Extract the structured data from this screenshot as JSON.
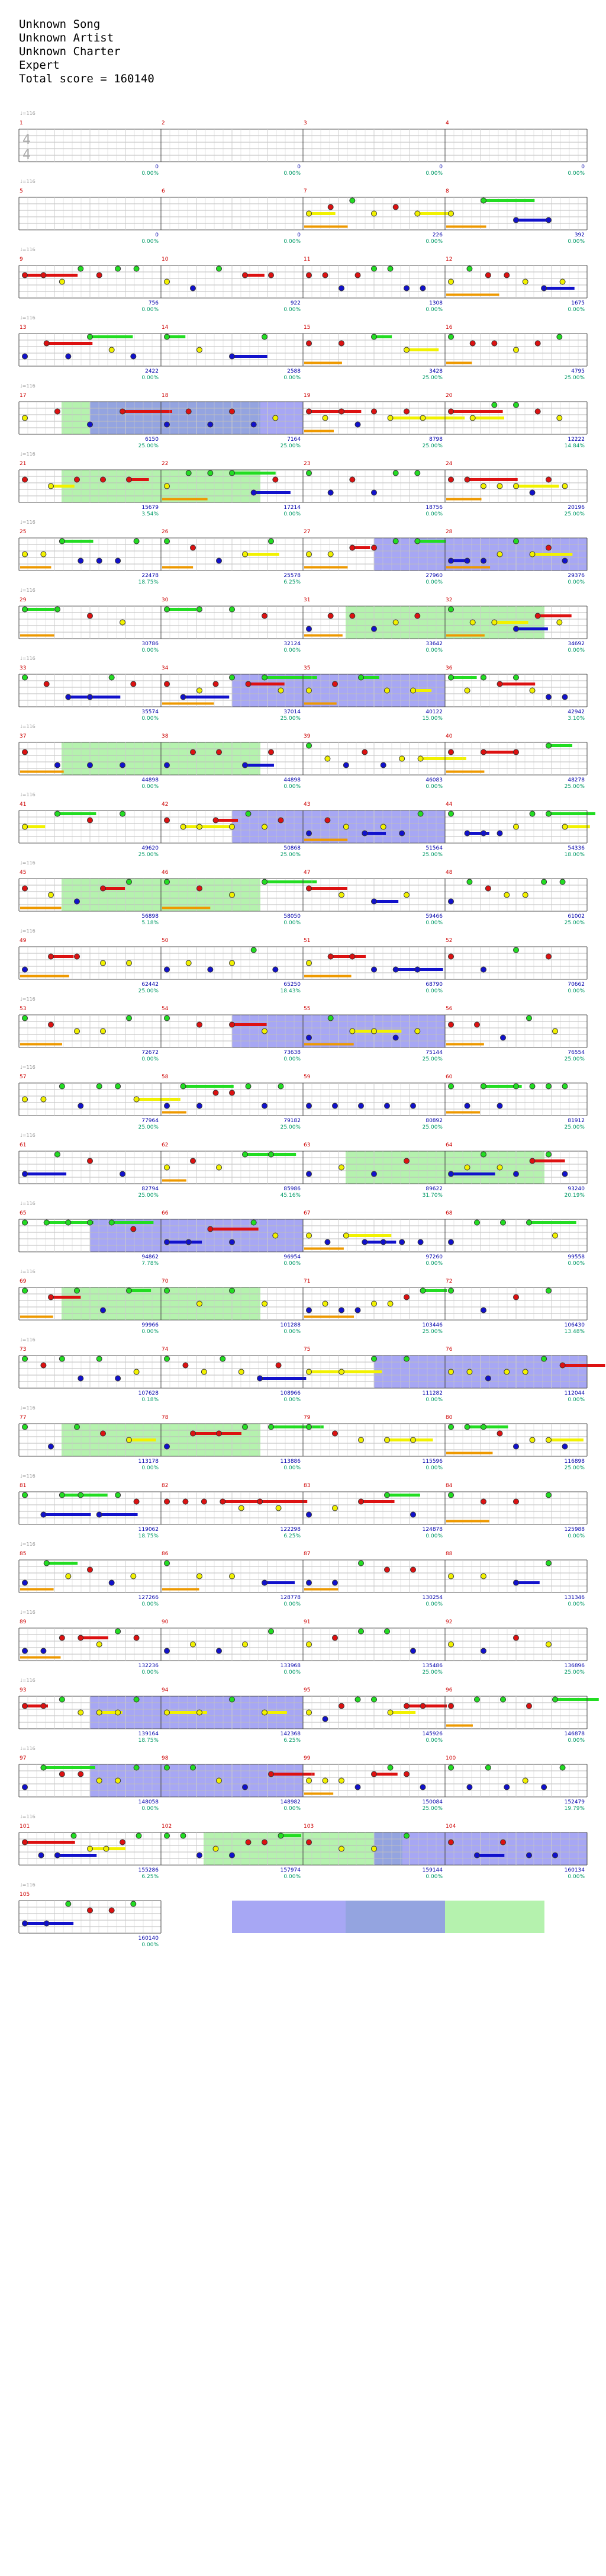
{
  "song": {
    "title": "Unknown Song",
    "artist": "Unknown Artist",
    "charter": "Unknown Charter",
    "difficulty": "Expert",
    "total_score_text": "Total score = 160140"
  },
  "time_signature": {
    "top": "4",
    "bottom": "4"
  },
  "colors": {
    "green": "#22dd22",
    "red": "#dd1111",
    "yellow": "#f2f200",
    "blue": "#1111cc",
    "orange": "#ee9900",
    "measure_number": "#cc0000",
    "tempo_marker": "#999999",
    "score_text": "#0000aa",
    "percent_text": "#009966",
    "overdrive_fill": "#8a8af0",
    "solo_fill": "#a8f0a0",
    "grid_line": "#cccccc"
  },
  "tempo_label": "♩=116",
  "measures": [
    {
      "n": "1",
      "score": "0",
      "pct": "0.00%"
    },
    {
      "n": "2",
      "score": "0",
      "pct": "0.00%"
    },
    {
      "n": "3",
      "score": "0",
      "pct": "0.00%"
    },
    {
      "n": "4",
      "score": "0",
      "pct": "0.00%"
    },
    {
      "n": "5",
      "score": "0",
      "pct": "0.00%"
    },
    {
      "n": "6",
      "score": "0",
      "pct": "0.00%"
    },
    {
      "n": "7",
      "score": "226",
      "pct": "0.00%"
    },
    {
      "n": "8",
      "score": "392",
      "pct": "0.00%"
    },
    {
      "n": "9",
      "score": "756",
      "pct": "0.00%"
    },
    {
      "n": "10",
      "score": "922",
      "pct": "0.00%"
    },
    {
      "n": "11",
      "score": "1308",
      "pct": "0.00%"
    },
    {
      "n": "12",
      "score": "1675",
      "pct": "0.00%"
    },
    {
      "n": "13",
      "score": "2422",
      "pct": "0.00%"
    },
    {
      "n": "14",
      "score": "2588",
      "pct": "0.00%"
    },
    {
      "n": "15",
      "score": "3428",
      "pct": "25.00%"
    },
    {
      "n": "16",
      "score": "4795",
      "pct": "25.00%"
    },
    {
      "n": "17",
      "score": "6150",
      "pct": "25.00%"
    },
    {
      "n": "18",
      "score": "7164",
      "pct": "25.00%"
    },
    {
      "n": "19",
      "score": "8798",
      "pct": "25.00%"
    },
    {
      "n": "20",
      "score": "12222",
      "pct": "14.84%"
    },
    {
      "n": "21",
      "score": "15679",
      "pct": "3.54%"
    },
    {
      "n": "22",
      "score": "17214",
      "pct": "0.00%"
    },
    {
      "n": "23",
      "score": "18756",
      "pct": "0.00%"
    },
    {
      "n": "24",
      "score": "20196",
      "pct": "25.00%"
    },
    {
      "n": "25",
      "score": "22478",
      "pct": "18.75%"
    },
    {
      "n": "26",
      "score": "25578",
      "pct": "6.25%"
    },
    {
      "n": "27",
      "score": "27960",
      "pct": "0.00%"
    },
    {
      "n": "28",
      "score": "29376",
      "pct": "0.00%"
    },
    {
      "n": "29",
      "score": "30786",
      "pct": "0.00%"
    },
    {
      "n": "30",
      "score": "32124",
      "pct": "0.00%"
    },
    {
      "n": "31",
      "score": "33642",
      "pct": "0.00%"
    },
    {
      "n": "32",
      "score": "34692",
      "pct": "0.00%"
    },
    {
      "n": "33",
      "score": "35574",
      "pct": "0.00%"
    },
    {
      "n": "34",
      "score": "37014",
      "pct": "25.00%"
    },
    {
      "n": "35",
      "score": "40122",
      "pct": "15.00%"
    },
    {
      "n": "36",
      "score": "42942",
      "pct": "3.10%"
    },
    {
      "n": "37",
      "score": "44898",
      "pct": "0.00%"
    },
    {
      "n": "38",
      "score": "44898",
      "pct": "0.00%"
    },
    {
      "n": "39",
      "score": "46083",
      "pct": "0.00%"
    },
    {
      "n": "40",
      "score": "48278",
      "pct": "25.00%"
    },
    {
      "n": "41",
      "score": "49620",
      "pct": "25.00%"
    },
    {
      "n": "42",
      "score": "50868",
      "pct": "25.00%"
    },
    {
      "n": "43",
      "score": "51564",
      "pct": "25.00%"
    },
    {
      "n": "44",
      "score": "54336",
      "pct": "18.00%"
    },
    {
      "n": "45",
      "score": "56898",
      "pct": "5.18%"
    },
    {
      "n": "46",
      "score": "58050",
      "pct": "0.00%"
    },
    {
      "n": "47",
      "score": "59466",
      "pct": "0.00%"
    },
    {
      "n": "48",
      "score": "61002",
      "pct": "25.00%"
    },
    {
      "n": "49",
      "score": "62442",
      "pct": "25.00%"
    },
    {
      "n": "50",
      "score": "65250",
      "pct": "18.43%"
    },
    {
      "n": "51",
      "score": "68790",
      "pct": "0.00%"
    },
    {
      "n": "52",
      "score": "70662",
      "pct": "0.00%"
    },
    {
      "n": "53",
      "score": "72672",
      "pct": "0.00%"
    },
    {
      "n": "54",
      "score": "73638",
      "pct": "0.00%"
    },
    {
      "n": "55",
      "score": "75144",
      "pct": "25.00%"
    },
    {
      "n": "56",
      "score": "76554",
      "pct": "25.00%"
    },
    {
      "n": "57",
      "score": "77964",
      "pct": "25.00%"
    },
    {
      "n": "58",
      "score": "79182",
      "pct": "25.00%"
    },
    {
      "n": "59",
      "score": "80892",
      "pct": "25.00%"
    },
    {
      "n": "60",
      "score": "81912",
      "pct": "25.00%"
    },
    {
      "n": "61",
      "score": "82794",
      "pct": "25.00%"
    },
    {
      "n": "62",
      "score": "85986",
      "pct": "45.16%"
    },
    {
      "n": "63",
      "score": "89622",
      "pct": "31.70%"
    },
    {
      "n": "64",
      "score": "93240",
      "pct": "20.19%"
    },
    {
      "n": "65",
      "score": "94862",
      "pct": "7.78%"
    },
    {
      "n": "66",
      "score": "96954",
      "pct": "0.00%"
    },
    {
      "n": "67",
      "score": "97260",
      "pct": "0.00%"
    },
    {
      "n": "68",
      "score": "99558",
      "pct": "0.00%"
    },
    {
      "n": "69",
      "score": "99966",
      "pct": "0.00%"
    },
    {
      "n": "70",
      "score": "101288",
      "pct": "0.00%"
    },
    {
      "n": "71",
      "score": "103446",
      "pct": "25.00%"
    },
    {
      "n": "72",
      "score": "106430",
      "pct": "13.48%"
    },
    {
      "n": "73",
      "score": "107628",
      "pct": "0.18%"
    },
    {
      "n": "74",
      "score": "108966",
      "pct": "0.00%"
    },
    {
      "n": "75",
      "score": "111282",
      "pct": "0.00%"
    },
    {
      "n": "76",
      "score": "112044",
      "pct": "0.00%"
    },
    {
      "n": "77",
      "score": "113178",
      "pct": "0.00%"
    },
    {
      "n": "78",
      "score": "113886",
      "pct": "0.00%"
    },
    {
      "n": "79",
      "score": "115596",
      "pct": "0.00%"
    },
    {
      "n": "80",
      "score": "116898",
      "pct": "25.00%"
    },
    {
      "n": "81",
      "score": "119062",
      "pct": "18.75%"
    },
    {
      "n": "82",
      "score": "122298",
      "pct": "6.25%"
    },
    {
      "n": "83",
      "score": "124878",
      "pct": "0.00%"
    },
    {
      "n": "84",
      "score": "125988",
      "pct": "0.00%"
    },
    {
      "n": "85",
      "score": "127266",
      "pct": "0.00%"
    },
    {
      "n": "86",
      "score": "128778",
      "pct": "0.00%"
    },
    {
      "n": "87",
      "score": "130254",
      "pct": "0.00%"
    },
    {
      "n": "88",
      "score": "131346",
      "pct": "0.00%"
    },
    {
      "n": "89",
      "score": "132236",
      "pct": "0.00%"
    },
    {
      "n": "90",
      "score": "133968",
      "pct": "0.00%"
    },
    {
      "n": "91",
      "score": "135486",
      "pct": "25.00%"
    },
    {
      "n": "92",
      "score": "136896",
      "pct": "25.00%"
    },
    {
      "n": "93",
      "score": "139164",
      "pct": "18.75%"
    },
    {
      "n": "94",
      "score": "142368",
      "pct": "6.25%"
    },
    {
      "n": "95",
      "score": "145926",
      "pct": "0.00%"
    },
    {
      "n": "96",
      "score": "146878",
      "pct": "0.00%"
    },
    {
      "n": "97",
      "score": "148058",
      "pct": "0.00%"
    },
    {
      "n": "98",
      "score": "148982",
      "pct": "0.00%"
    },
    {
      "n": "99",
      "score": "150084",
      "pct": "25.00%"
    },
    {
      "n": "100",
      "score": "152479",
      "pct": "19.79%"
    },
    {
      "n": "101",
      "score": "155286",
      "pct": "6.25%"
    },
    {
      "n": "102",
      "score": "157974",
      "pct": "0.00%"
    },
    {
      "n": "103",
      "score": "159144",
      "pct": "0.00%"
    },
    {
      "n": "104",
      "score": "160134",
      "pct": "0.00%"
    },
    {
      "n": "105",
      "score": "160140",
      "pct": "0.00%"
    }
  ]
}
